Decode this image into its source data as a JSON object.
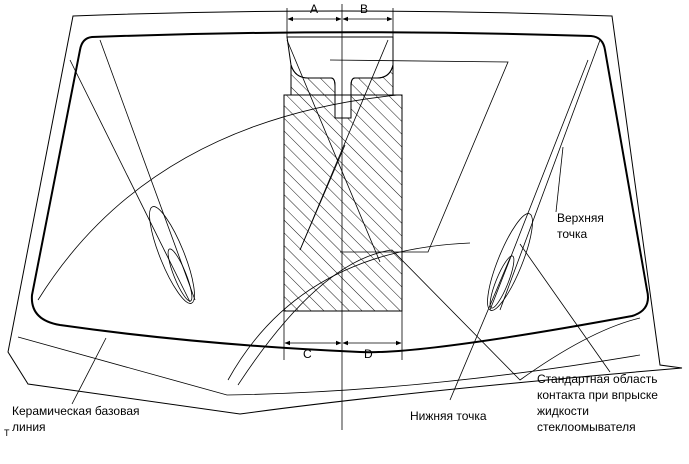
{
  "labels": {
    "upper_point": [
      "Верхняя",
      "точка"
    ],
    "standard_area": [
      "Стандартная область",
      "контакта при впрыске",
      "жидкости",
      "стеклоомывателя"
    ],
    "lower_point": "Нижняя точка",
    "ceramic_line": [
      "Керамическая базовая",
      "линия"
    ],
    "corner_mark": "T"
  },
  "dimensions": {
    "a": "A",
    "b": "B",
    "c": "C",
    "d": "D"
  }
}
